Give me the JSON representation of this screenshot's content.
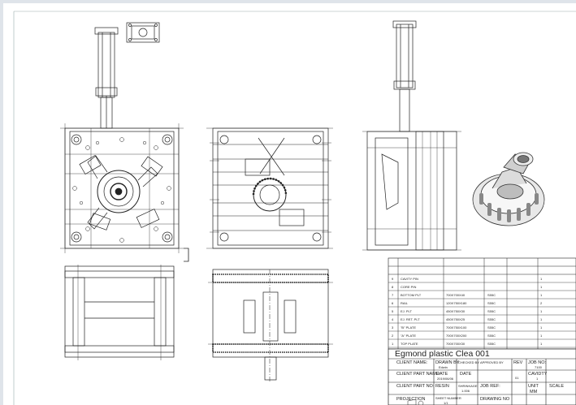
{
  "title_block": {
    "title": "Egmond plastic Clea 001",
    "fields": {
      "client_name": "CLIENT NAME:",
      "drawn_by": "DRAWN BY",
      "drawn_by_value": "Edwin",
      "checked_by": "CHECKED BY",
      "approved_by": "APPROVED BY",
      "rev": "REV",
      "rev_value": "01",
      "job_no": "JOB NO:",
      "job_no_value": "7100",
      "client_part_name": "CLIENT PART NAME:",
      "date_1": "DATE",
      "date_1_value": "2019/06/06",
      "date_2": "DATE",
      "cavity": "CAVIDTY",
      "cavity_value": "1",
      "client_part_no": "CLIENT PART NO:",
      "resin": "RESIN",
      "shrinkage": "SHRINKAGE",
      "shrinkage_value": "1.006",
      "job_ref": "JOB REF:",
      "unit": "UNIT",
      "unit_value": "MM",
      "scale": "SCALE",
      "projection": "PROJECTION",
      "sheet_number": "SHEET NUMBER",
      "sheet_number_value": "1/1",
      "drawing_no": "DRAWING NO"
    }
  },
  "bom": {
    "rows": [
      {
        "no": "9",
        "name": "CAVITY PIN",
        "size": "",
        "mat": "",
        "qty": "1"
      },
      {
        "no": "8",
        "name": "CORE PIN",
        "size": "",
        "mat": "",
        "qty": "1"
      },
      {
        "no": "7",
        "name": "BOTTOM PLT",
        "size": "700X700X40",
        "mat": "S55C",
        "qty": "1"
      },
      {
        "no": "6",
        "name": "RAIL",
        "size": "120X750X180",
        "mat": "S55C",
        "qty": "2"
      },
      {
        "no": "5",
        "name": "EJ. PLT",
        "size": "450X750X30",
        "mat": "S55C",
        "qty": "1"
      },
      {
        "no": "4",
        "name": "EJ. RET. PLT",
        "size": "450X750X25",
        "mat": "S55C",
        "qty": "1"
      },
      {
        "no": "3",
        "name": "\"B\" PLATE",
        "size": "700X750X100",
        "mat": "S55C",
        "qty": "1"
      },
      {
        "no": "2",
        "name": "\"A\" PLATE",
        "size": "700X700X200",
        "mat": "S55C",
        "qty": "1"
      },
      {
        "no": "1",
        "name": "TOP PLATE",
        "size": "700X700X30",
        "mat": "S55C",
        "qty": "1"
      }
    ]
  }
}
